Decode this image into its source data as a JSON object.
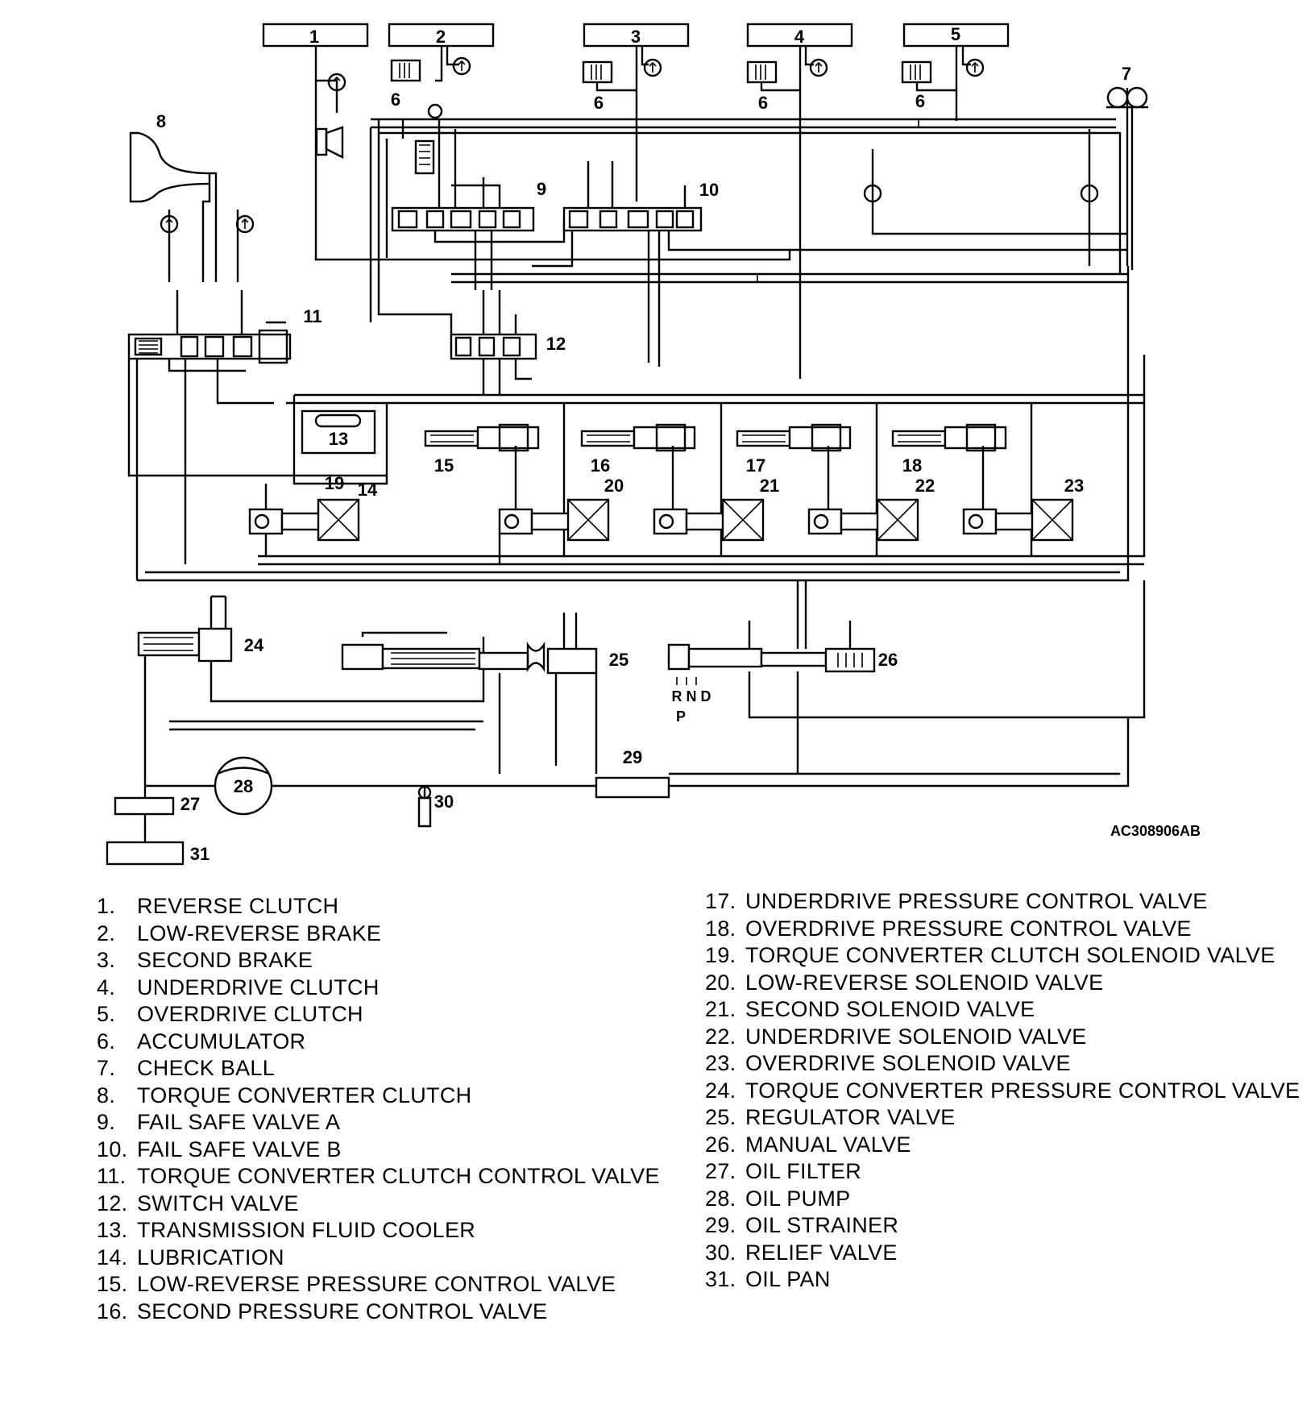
{
  "diagram": {
    "callouts": {
      "c1": "1",
      "c2": "2",
      "c3": "3",
      "c4": "4",
      "c5": "5",
      "c6a": "6",
      "c6b": "6",
      "c6c": "6",
      "c6d": "6",
      "c7": "7",
      "c8": "8",
      "c9": "9",
      "c10": "10",
      "c11": "11",
      "c12": "12",
      "c13": "13",
      "c14": "14",
      "c15": "15",
      "c16": "16",
      "c17": "17",
      "c18": "18",
      "c19": "19",
      "c20": "20",
      "c21": "21",
      "c22": "22",
      "c23": "23",
      "c24": "24",
      "c25": "25",
      "c26": "26",
      "c27": "27",
      "c28": "28",
      "c29": "29",
      "c30": "30",
      "c31": "31"
    },
    "manual_positions": {
      "rnd": "R N D",
      "p": "P"
    },
    "figure_id": "AC308906AB"
  },
  "legend": {
    "left": [
      {
        "num": "1.",
        "text": "REVERSE CLUTCH"
      },
      {
        "num": "2.",
        "text": "LOW-REVERSE BRAKE"
      },
      {
        "num": "3.",
        "text": "SECOND BRAKE"
      },
      {
        "num": "4.",
        "text": "UNDERDRIVE CLUTCH"
      },
      {
        "num": "5.",
        "text": "OVERDRIVE CLUTCH"
      },
      {
        "num": "6.",
        "text": "ACCUMULATOR"
      },
      {
        "num": "7.",
        "text": "CHECK BALL"
      },
      {
        "num": "8.",
        "text": "TORQUE CONVERTER CLUTCH"
      },
      {
        "num": "9.",
        "text": "FAIL SAFE VALVE A"
      },
      {
        "num": "10.",
        "text": "FAIL SAFE VALVE B"
      },
      {
        "num": "11.",
        "text": "TORQUE CONVERTER CLUTCH CONTROL VALVE"
      },
      {
        "num": "12.",
        "text": "SWITCH VALVE"
      },
      {
        "num": "13.",
        "text": "TRANSMISSION FLUID COOLER"
      },
      {
        "num": "14.",
        "text": "LUBRICATION"
      },
      {
        "num": "15.",
        "text": "LOW-REVERSE PRESSURE CONTROL VALVE"
      },
      {
        "num": "16.",
        "text": "SECOND PRESSURE CONTROL VALVE"
      }
    ],
    "right": [
      {
        "num": "17.",
        "text": "UNDERDRIVE PRESSURE CONTROL VALVE"
      },
      {
        "num": "18.",
        "text": "OVERDRIVE PRESSURE CONTROL VALVE"
      },
      {
        "num": "19.",
        "text": "TORQUE CONVERTER CLUTCH SOLENOID VALVE"
      },
      {
        "num": "20.",
        "text": "LOW-REVERSE SOLENOID VALVE"
      },
      {
        "num": "21.",
        "text": "SECOND SOLENOID VALVE"
      },
      {
        "num": "22.",
        "text": "UNDERDRIVE SOLENOID VALVE"
      },
      {
        "num": "23.",
        "text": "OVERDRIVE SOLENOID VALVE"
      },
      {
        "num": "24.",
        "text": "TORQUE CONVERTER PRESSURE CONTROL VALVE"
      },
      {
        "num": "25.",
        "text": "REGULATOR VALVE"
      },
      {
        "num": "26.",
        "text": "MANUAL VALVE"
      },
      {
        "num": "27.",
        "text": "OIL FILTER"
      },
      {
        "num": "28.",
        "text": "OIL PUMP"
      },
      {
        "num": "29.",
        "text": "OIL STRAINER"
      },
      {
        "num": "30.",
        "text": "RELIEF VALVE"
      },
      {
        "num": "31.",
        "text": "OIL PAN"
      }
    ]
  }
}
